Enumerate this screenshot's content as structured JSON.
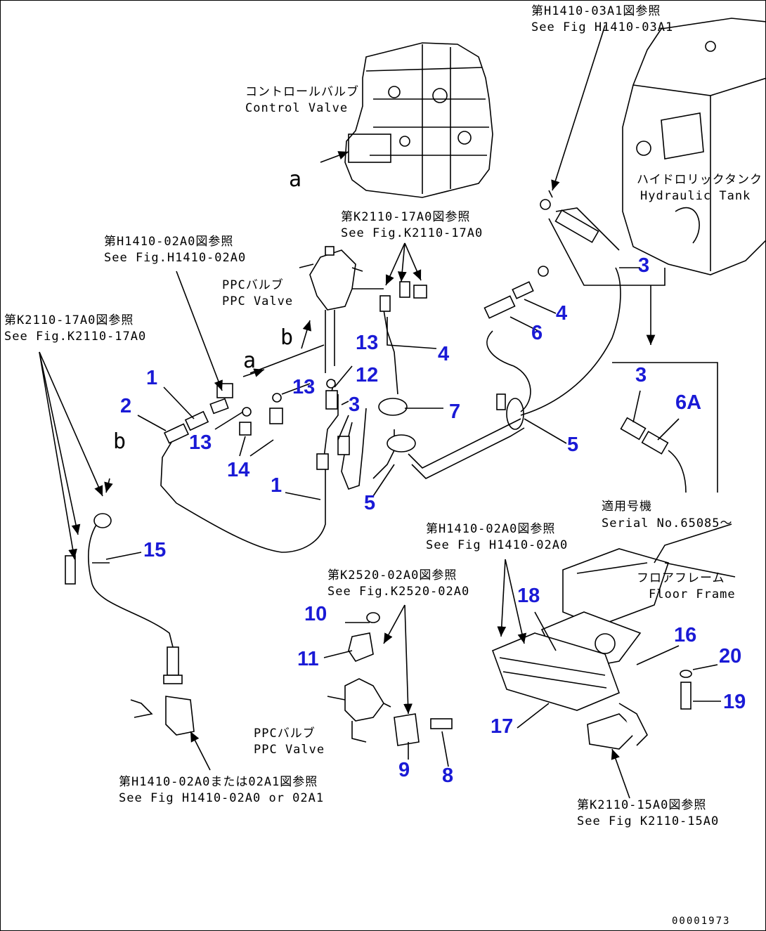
{
  "references": {
    "fig_h1410_03a1": {
      "jp": "第H1410-03A1図参照",
      "en": "See Fig H1410-03A1"
    },
    "fig_h1410_02a0_top": {
      "jp": "第H1410-02A0図参照",
      "en": "See Fig.H1410-02A0"
    },
    "fig_k2110_17a0_left": {
      "jp": "第K2110-17A0図参照",
      "en": "See Fig.K2110-17A0"
    },
    "fig_k2110_17a0_mid": {
      "jp": "第K2110-17A0図参照",
      "en": "See Fig.K2110-17A0"
    },
    "fig_h1410_02a0_right": {
      "jp": "第H1410-02A0図参照",
      "en": "See Fig H1410-02A0"
    },
    "fig_k2520_02a0": {
      "jp": "第K2520-02A0図参照",
      "en": "See Fig.K2520-02A0"
    },
    "fig_h1410_02a0_or_02a1": {
      "jp": "第H1410-02A0または02A1図参照",
      "en": "See Fig H1410-02A0 or 02A1"
    },
    "fig_k2110_15a0": {
      "jp": "第K2110-15A0図参照",
      "en": "See Fig K2110-15A0"
    }
  },
  "components": {
    "control_valve": {
      "jp": "コントロールバルブ",
      "en": "Control Valve"
    },
    "hydraulic_tank": {
      "jp": "ハイドロリックタンク",
      "en": "Hydraulic Tank"
    },
    "ppc_valve_upper": {
      "jp": "PPCバルブ",
      "en": "PPC Valve"
    },
    "ppc_valve_lower": {
      "jp": "PPCバルブ",
      "en": "PPC Valve"
    },
    "floor_frame": {
      "jp": "フロアフレーム",
      "en": "Floor Frame"
    }
  },
  "serial_note": {
    "jp": "適用号機",
    "en": "Serial No.65085～"
  },
  "view_letters": {
    "a_top": "a",
    "b_mid": "b",
    "a_mid": "a",
    "b_left": "b"
  },
  "callouts": {
    "c1a": "1",
    "c2": "2",
    "c13a": "13",
    "c14": "14",
    "c1b": "1",
    "c13b": "13",
    "c13c": "13",
    "c12": "12",
    "c3a": "3",
    "c4a": "4",
    "c7": "7",
    "c5a": "5",
    "c5b": "5",
    "c4b": "4",
    "c6": "6",
    "c3b": "3",
    "c3c": "3",
    "c6a": "6A",
    "c15": "15",
    "c10": "10",
    "c11": "11",
    "c9": "9",
    "c8": "8",
    "c18": "18",
    "c16": "16",
    "c20": "20",
    "c19": "19",
    "c17": "17"
  },
  "drawing_code": "00001973"
}
